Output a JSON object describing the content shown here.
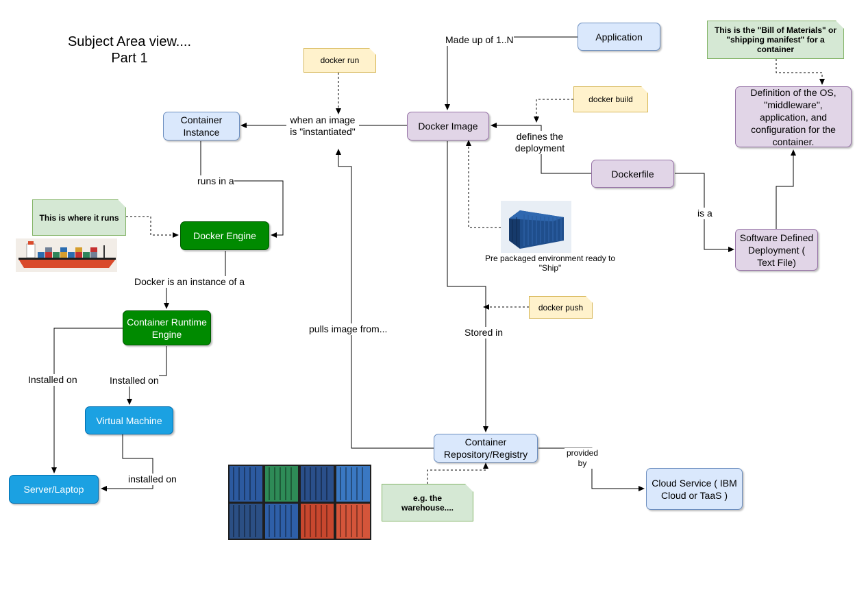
{
  "title": {
    "line1": "Subject Area view....",
    "line2": "Part 1"
  },
  "nodes": {
    "application": "Application",
    "docker_image": "Docker Image",
    "container_instance": "Container Instance",
    "dockerfile": "Dockerfile",
    "definition": "Definition of the OS, \"middleware\", application, and configuration for the container.",
    "software_defined": "Software Defined Deployment ( Text File)",
    "docker_engine": "Docker Engine",
    "container_runtime": "Container Runtime Engine",
    "virtual_machine": "Virtual Machine",
    "server_laptop": "Server/Laptop",
    "container_registry": "Container Repository/Registry",
    "cloud_service": "Cloud Service ( IBM Cloud or TaaS )"
  },
  "notes": {
    "docker_run": "docker run",
    "docker_build": "docker build",
    "docker_push": "docker push",
    "bill_of_materials": "This is the \"Bill of Materials\" or \"shipping manifest\" for a container",
    "where_it_runs": "This is where it runs",
    "warehouse": "e.g. the warehouse...."
  },
  "edge_labels": {
    "made_up_of": "Made up of 1..N",
    "when_instantiated": "when an image is \"instantiated\"",
    "defines": "defines the deployment",
    "is_a": "is a",
    "runs_in": "runs in a",
    "instance_of": "Docker is an instance of a",
    "installed_on_left": "Installed on",
    "installed_on_right": "Installed on",
    "installed_on_vm": "installed on",
    "pulls_image": "pulls image from...",
    "stored_in": "Stored in",
    "provided_by": "provided by"
  },
  "captions": {
    "container_pic": "Pre packaged environment ready to \"Ship\""
  },
  "colors": {
    "blue_fill": "#dae8fc",
    "purple_fill": "#e1d5e7",
    "green_fill": "#008a00",
    "azure_fill": "#1ba1e2",
    "note_yellow": "#fff2cc",
    "note_green": "#d5e8d4"
  }
}
